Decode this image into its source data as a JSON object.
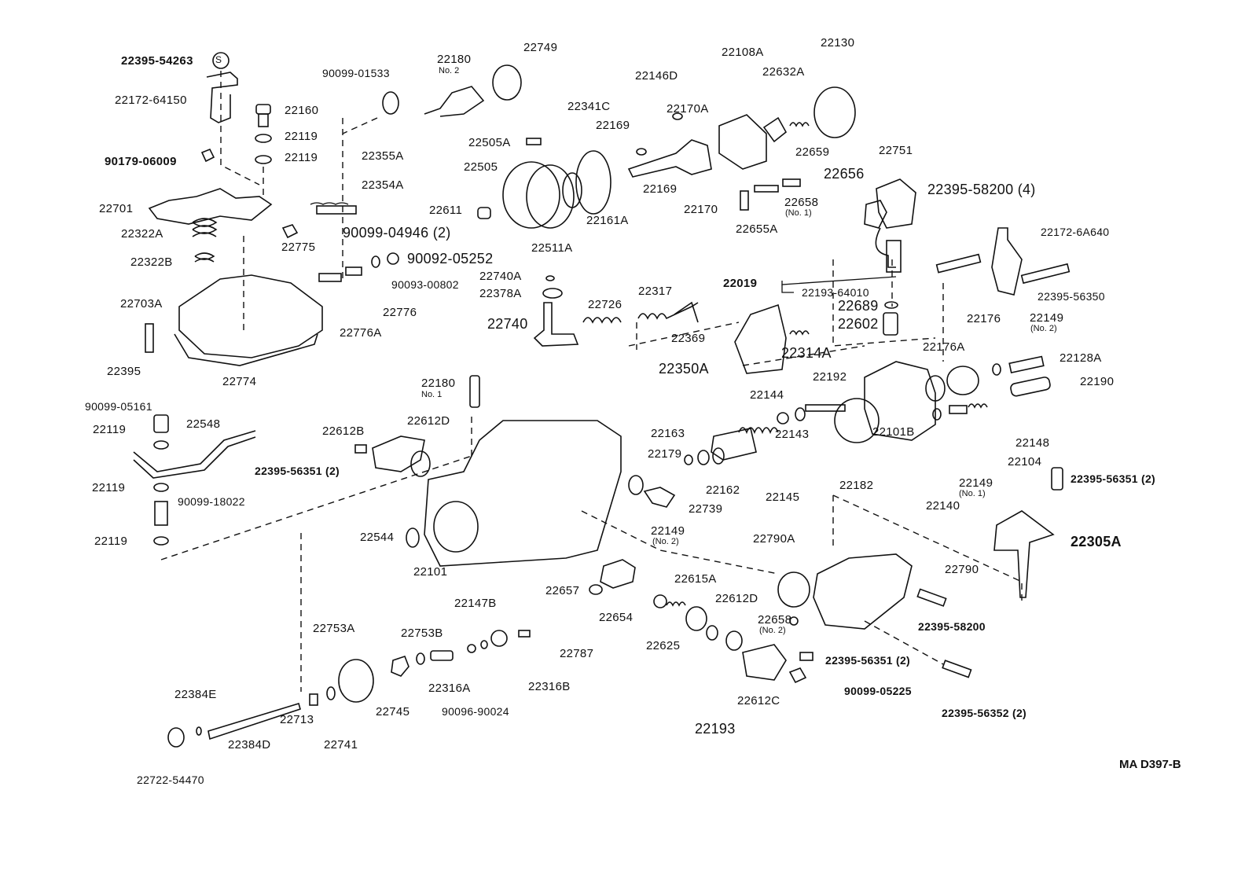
{
  "diagram": {
    "title": "Injection pump body exploded view",
    "code": "MA D397-B",
    "labels": [
      {
        "id": "l1",
        "text": "22395-54263"
      },
      {
        "id": "l2",
        "text": "22172-64150"
      },
      {
        "id": "l3",
        "text": "22160"
      },
      {
        "id": "l4",
        "text": "22119"
      },
      {
        "id": "l5",
        "text": "22119"
      },
      {
        "id": "l6",
        "text": "90179-06009"
      },
      {
        "id": "l7",
        "text": "22701"
      },
      {
        "id": "l8",
        "text": "22322A"
      },
      {
        "id": "l9",
        "text": "22322B"
      },
      {
        "id": "l10",
        "text": "22703A"
      },
      {
        "id": "l11",
        "text": "22395"
      },
      {
        "id": "l12",
        "text": "22774"
      },
      {
        "id": "l13",
        "text": "90099-01533"
      },
      {
        "id": "l14",
        "text": "22355A"
      },
      {
        "id": "l15",
        "text": "22354A"
      },
      {
        "id": "l16",
        "text": "90099-04946 (2)"
      },
      {
        "id": "l17",
        "text": "22775"
      },
      {
        "id": "l18",
        "text": "90092-05252"
      },
      {
        "id": "l19",
        "text": "90093-00802"
      },
      {
        "id": "l20",
        "text": "22776"
      },
      {
        "id": "l21",
        "text": "22776A"
      },
      {
        "id": "l22",
        "text": "22180"
      },
      {
        "id": "l23",
        "text": "22749"
      },
      {
        "id": "l24",
        "text": "22505A"
      },
      {
        "id": "l25",
        "text": "22505"
      },
      {
        "id": "l26",
        "text": "22611"
      },
      {
        "id": "l27",
        "text": "22511A"
      },
      {
        "id": "l28",
        "text": "22341C"
      },
      {
        "id": "l29",
        "text": "22169"
      },
      {
        "id": "l30",
        "text": "22169"
      },
      {
        "id": "l31",
        "text": "22161A"
      },
      {
        "id": "l32",
        "text": "22146D"
      },
      {
        "id": "l33",
        "text": "22170A"
      },
      {
        "id": "l34",
        "text": "22170"
      },
      {
        "id": "l35",
        "text": "22108A"
      },
      {
        "id": "l36",
        "text": "22632A"
      },
      {
        "id": "l37",
        "text": "22130"
      },
      {
        "id": "l38",
        "text": "22659"
      },
      {
        "id": "l39",
        "text": "22656"
      },
      {
        "id": "l40",
        "text": "22658"
      },
      {
        "id": "l41",
        "text": "22655A"
      },
      {
        "id": "l42",
        "text": "22751"
      },
      {
        "id": "l43",
        "text": "22395-58200 (4)"
      },
      {
        "id": "l44",
        "text": "22172-6A640"
      },
      {
        "id": "l45",
        "text": "22395-56350"
      },
      {
        "id": "l46",
        "text": "22019"
      },
      {
        "id": "l47",
        "text": "22193-64010"
      },
      {
        "id": "l48",
        "text": "22689"
      },
      {
        "id": "l49",
        "text": "22602"
      },
      {
        "id": "l50",
        "text": "22740A"
      },
      {
        "id": "l51",
        "text": "22378A"
      },
      {
        "id": "l52",
        "text": "22740"
      },
      {
        "id": "l53",
        "text": "22726"
      },
      {
        "id": "l54",
        "text": "22317"
      },
      {
        "id": "l55",
        "text": "22369"
      },
      {
        "id": "l56",
        "text": "22350A"
      },
      {
        "id": "l57",
        "text": "22314A"
      },
      {
        "id": "l58",
        "text": "22176"
      },
      {
        "id": "l59",
        "text": "22176A"
      },
      {
        "id": "l60",
        "text": "22149"
      },
      {
        "id": "l61",
        "text": "22128A"
      },
      {
        "id": "l62",
        "text": "22190"
      },
      {
        "id": "l63",
        "text": "22148"
      },
      {
        "id": "l64",
        "text": "22104"
      },
      {
        "id": "l65",
        "text": "22149"
      },
      {
        "id": "l66",
        "text": "22140"
      },
      {
        "id": "l67",
        "text": "22101B"
      },
      {
        "id": "l68",
        "text": "22192"
      },
      {
        "id": "l69",
        "text": "22144"
      },
      {
        "id": "l70",
        "text": "22163"
      },
      {
        "id": "l71",
        "text": "22179"
      },
      {
        "id": "l72",
        "text": "22143"
      },
      {
        "id": "l73",
        "text": "22182"
      },
      {
        "id": "l74",
        "text": "22162"
      },
      {
        "id": "l75",
        "text": "22145"
      },
      {
        "id": "l76",
        "text": "22739"
      },
      {
        "id": "l77",
        "text": "22149"
      },
      {
        "id": "l78",
        "text": "22395-56351 (2)"
      },
      {
        "id": "l79",
        "text": "22305A"
      },
      {
        "id": "l80",
        "text": "22790A"
      },
      {
        "id": "l81",
        "text": "22790"
      },
      {
        "id": "l82",
        "text": "22395-58200"
      },
      {
        "id": "l83",
        "text": "22395-56351 (2)"
      },
      {
        "id": "l84",
        "text": "90099-05225"
      },
      {
        "id": "l85",
        "text": "22395-56352 (2)"
      },
      {
        "id": "l86",
        "text": "90099-05161"
      },
      {
        "id": "l87",
        "text": "22119"
      },
      {
        "id": "l88",
        "text": "22548"
      },
      {
        "id": "l89",
        "text": "22119"
      },
      {
        "id": "l90",
        "text": "90099-18022"
      },
      {
        "id": "l91",
        "text": "22119"
      },
      {
        "id": "l92",
        "text": "22612B"
      },
      {
        "id": "l93",
        "text": "22612D"
      },
      {
        "id": "l94",
        "text": "22395-56351 (2)"
      },
      {
        "id": "l95",
        "text": "22180"
      },
      {
        "id": "l96",
        "text": "22544"
      },
      {
        "id": "l97",
        "text": "22101"
      },
      {
        "id": "l98",
        "text": "22657"
      },
      {
        "id": "l99",
        "text": "22654"
      },
      {
        "id": "l100",
        "text": "22615A"
      },
      {
        "id": "l101",
        "text": "22625"
      },
      {
        "id": "l102",
        "text": "22612D"
      },
      {
        "id": "l103",
        "text": "22658"
      },
      {
        "id": "l104",
        "text": "22612C"
      },
      {
        "id": "l105",
        "text": "22193"
      },
      {
        "id": "l106",
        "text": "22147B"
      },
      {
        "id": "l107",
        "text": "22753A"
      },
      {
        "id": "l108",
        "text": "22753B"
      },
      {
        "id": "l109",
        "text": "22787"
      },
      {
        "id": "l110",
        "text": "22316A"
      },
      {
        "id": "l111",
        "text": "22316B"
      },
      {
        "id": "l112",
        "text": "90096-90024"
      },
      {
        "id": "l113",
        "text": "22745"
      },
      {
        "id": "l114",
        "text": "22741"
      },
      {
        "id": "l115",
        "text": "22713"
      },
      {
        "id": "l116",
        "text": "22384E"
      },
      {
        "id": "l117",
        "text": "22384D"
      },
      {
        "id": "l118",
        "text": "22722-54470"
      }
    ],
    "sublabels": [
      {
        "id": "s1",
        "text": "No. 2"
      },
      {
        "id": "s2",
        "text": "(No. 1)"
      },
      {
        "id": "s3",
        "text": "(No. 2)"
      },
      {
        "id": "s4",
        "text": "(No. 1)"
      },
      {
        "id": "s5",
        "text": "(No. 2)"
      },
      {
        "id": "s6",
        "text": "No. 1"
      },
      {
        "id": "s7",
        "text": "(No. 2)"
      }
    ],
    "symbol_s": "S"
  }
}
